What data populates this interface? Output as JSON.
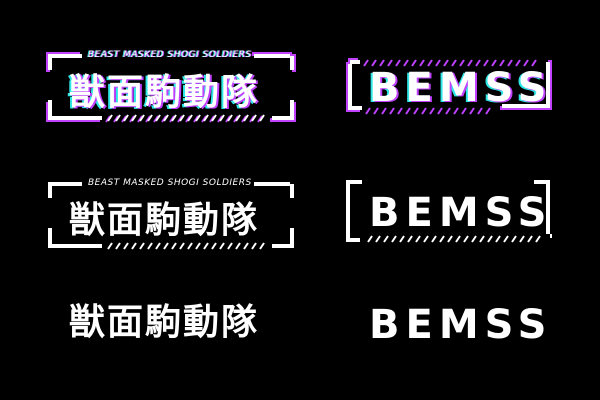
{
  "colors": {
    "background": "#000000",
    "primary": "#ffffff",
    "glitch_magenta": "#c042ff",
    "glitch_cyan": "#2fe6e6"
  },
  "logos": {
    "kanji_title": "獣面駒動隊",
    "tagline": "BEAST MASKED SHOGI SOLDIERS",
    "acronym": "BEMSS"
  }
}
